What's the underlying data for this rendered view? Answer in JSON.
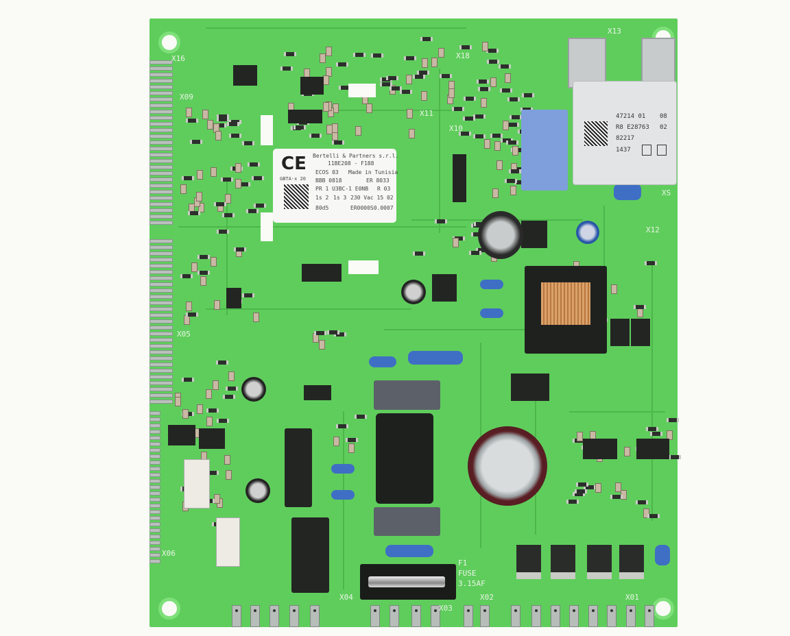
{
  "board": {
    "color": "#5fcd5c",
    "main_label": {
      "mark": "CE",
      "lines": [
        "Bertelli & Partners s.r.l.",
        "11BE208 - F188",
        "GBTA-x 20",
        "ECOS 03",
        "Made in Tunisia",
        "BBB 0818",
        "ER 8033",
        "PR 1 U3BC-1 E0NB",
        "R 03",
        "1s 2",
        "1s 3",
        "230 Vac 15 02",
        "80d5",
        "ER0000S0.0007"
      ]
    },
    "relay_label": {
      "lines": [
        "47214 01",
        "08",
        "R8 E28763",
        "02",
        "82217",
        "1437"
      ]
    },
    "fuse_text": [
      "F1",
      "FUSE",
      "3.15AF"
    ],
    "connector_labels": [
      "X04",
      "X03",
      "X02",
      "X01",
      "X09",
      "X10",
      "X12",
      "X13",
      "X16",
      "X18",
      "X05",
      "X06",
      "X11",
      "XS"
    ]
  }
}
